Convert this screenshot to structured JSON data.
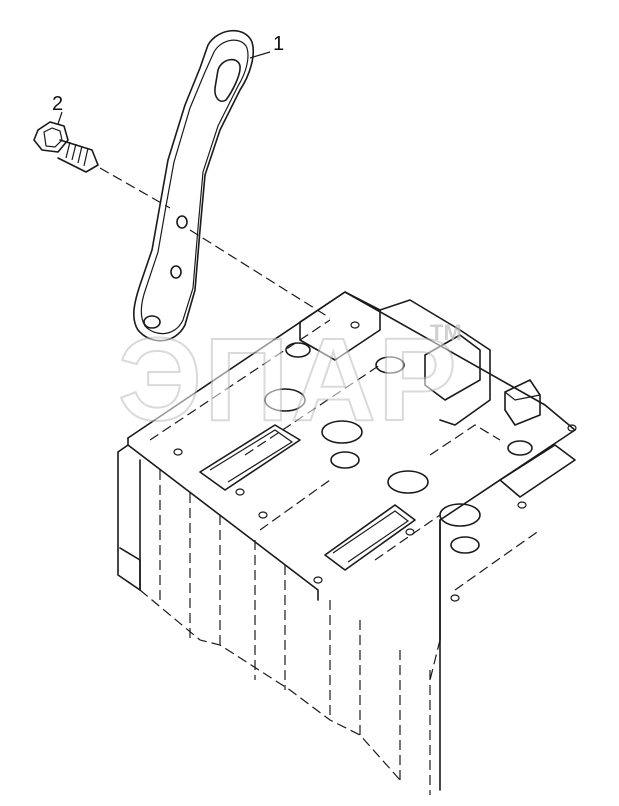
{
  "diagram": {
    "callouts": [
      {
        "id": "1",
        "label": "1"
      },
      {
        "id": "2",
        "label": "2"
      }
    ],
    "watermark": {
      "text": "ЭПАР",
      "tm": "TM"
    },
    "parts": [
      {
        "number": "1",
        "icon": "bracket-icon"
      },
      {
        "number": "2",
        "icon": "bolt-icon"
      }
    ]
  }
}
